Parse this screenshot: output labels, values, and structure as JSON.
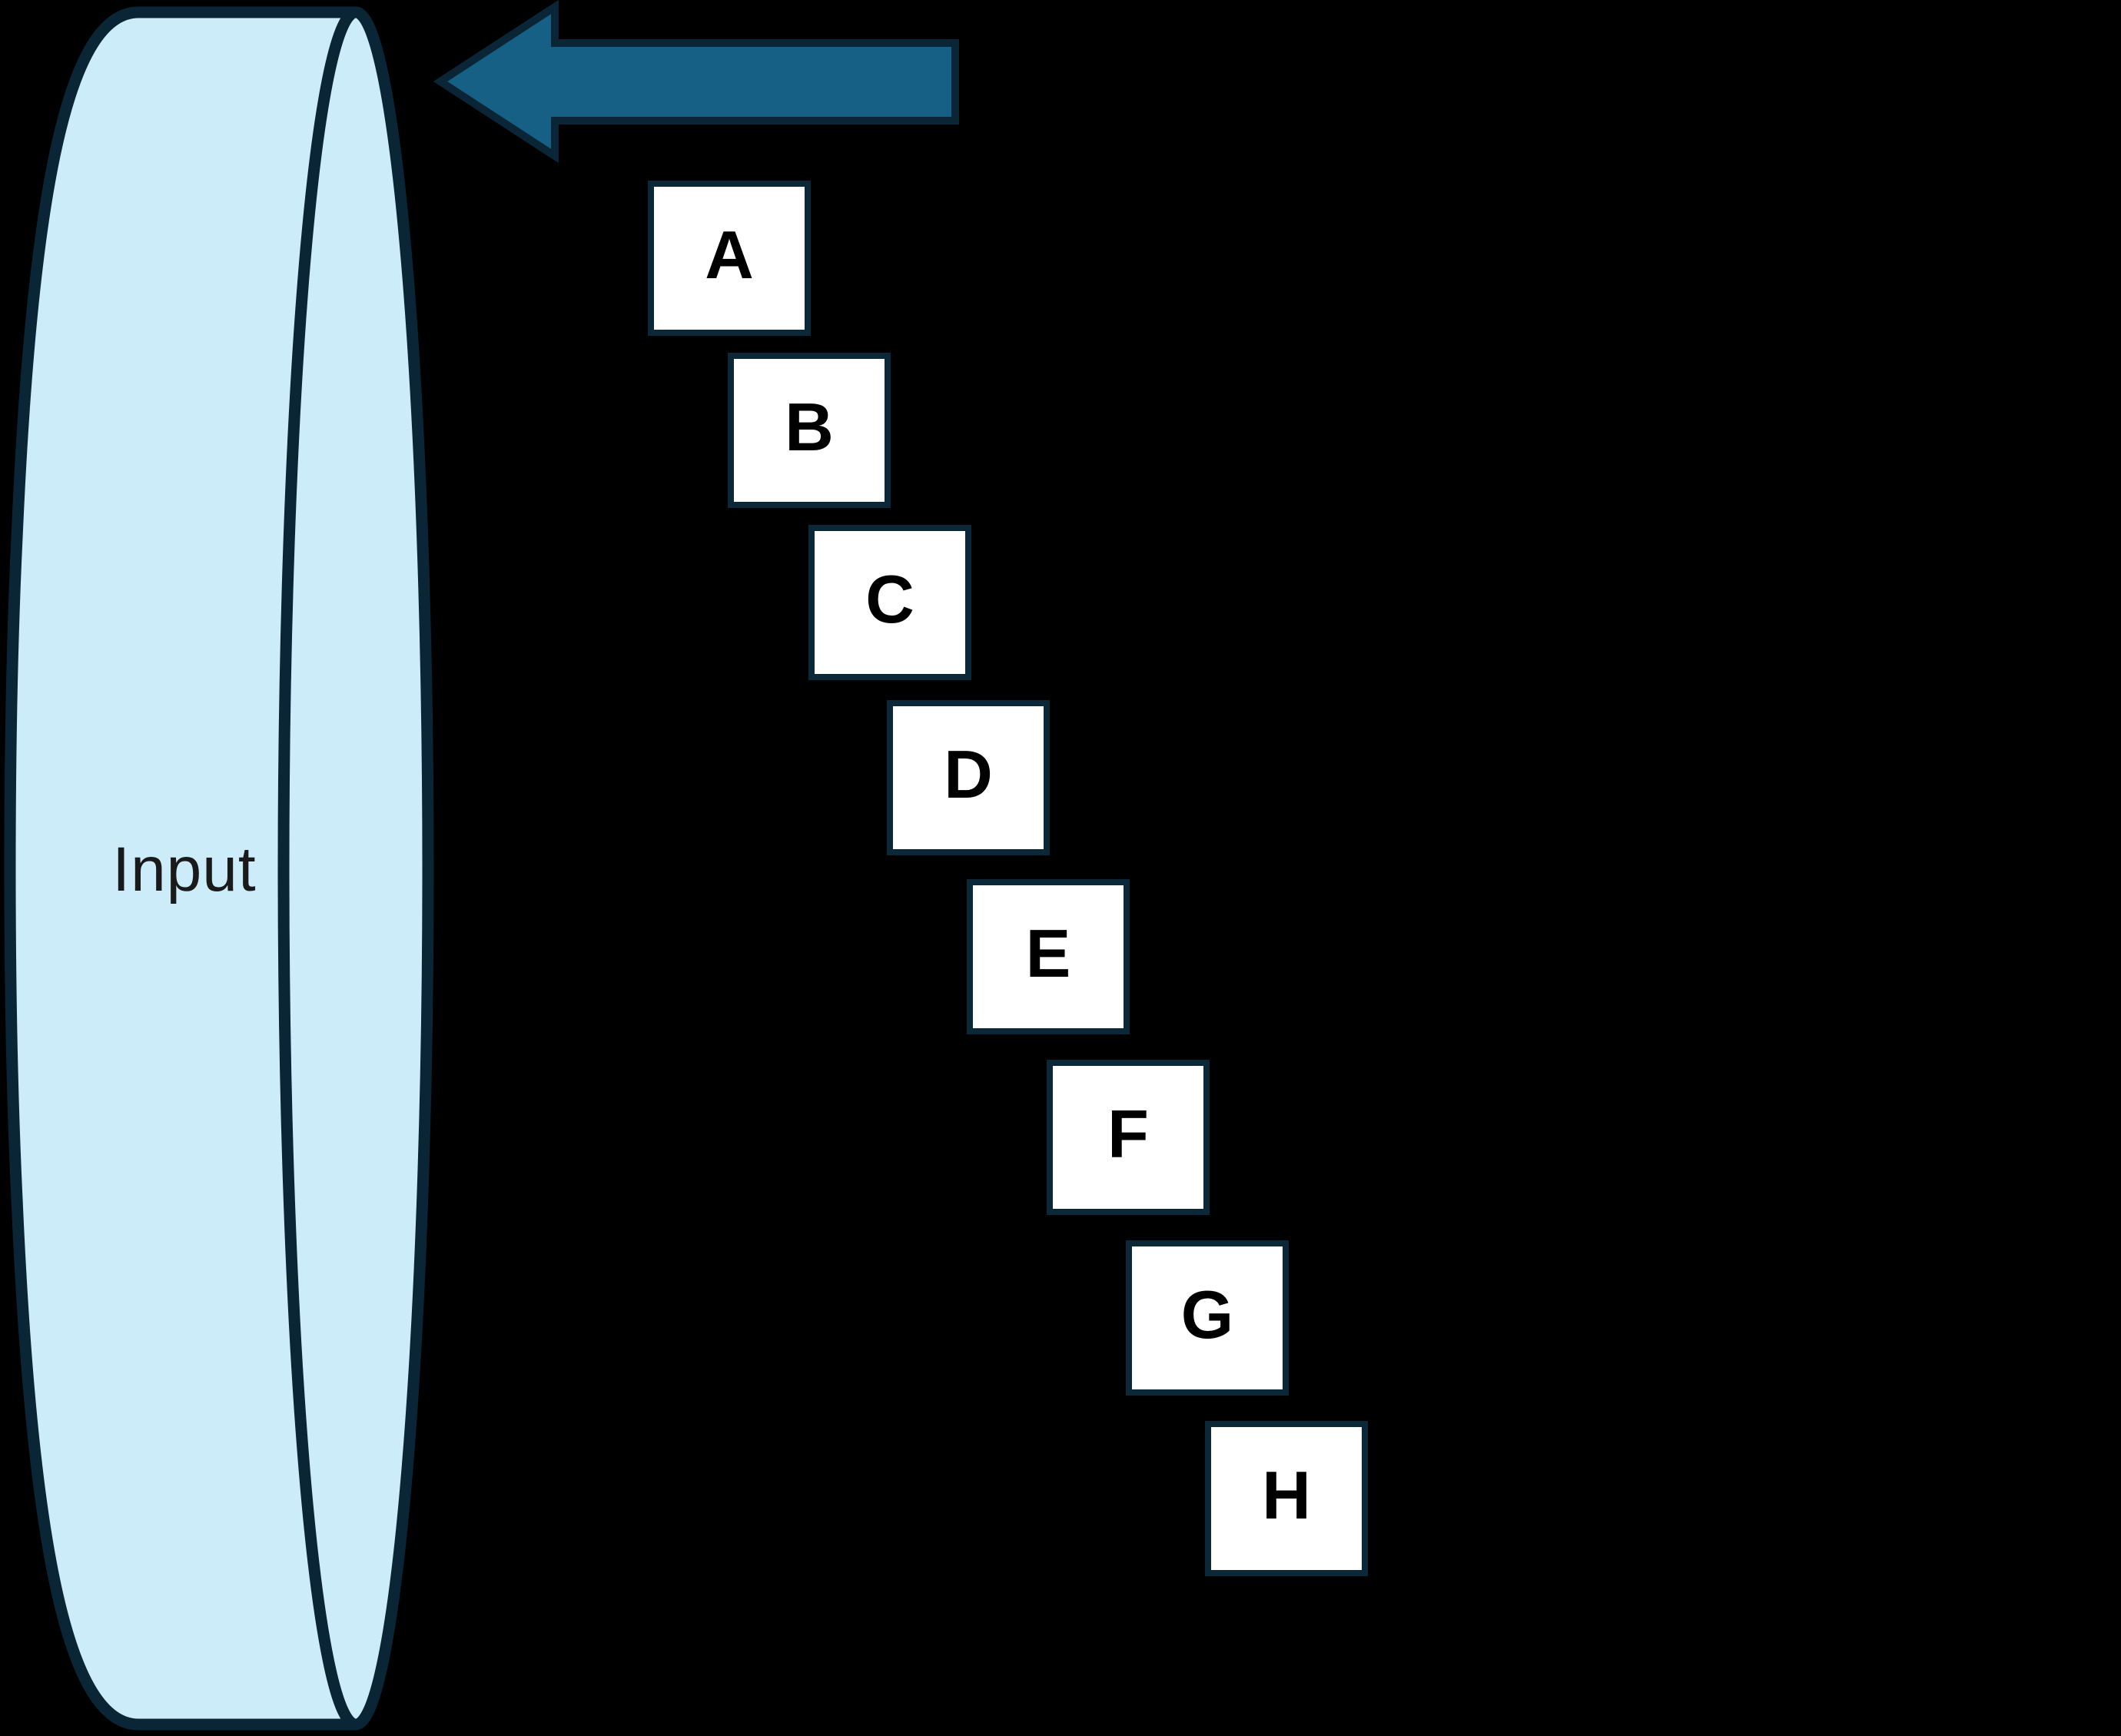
{
  "background_color": "#000000",
  "cylinder": {
    "label": "Input",
    "fill_color": "#cdecfa",
    "outline_color": "#0a2636",
    "label_color": "#1a1a1a"
  },
  "arrow": {
    "icon": "left-arrow-icon",
    "direction": "left",
    "fill_color": "#165f85",
    "outline_color": "#0a2636"
  },
  "squares": [
    {
      "label": "A"
    },
    {
      "label": "B"
    },
    {
      "label": "C"
    },
    {
      "label": "D"
    },
    {
      "label": "E"
    },
    {
      "label": "F"
    },
    {
      "label": "G"
    },
    {
      "label": "H"
    }
  ],
  "square_style": {
    "fill_color": "#ffffff",
    "border_color": "#0a2838",
    "label_color": "#000000"
  }
}
